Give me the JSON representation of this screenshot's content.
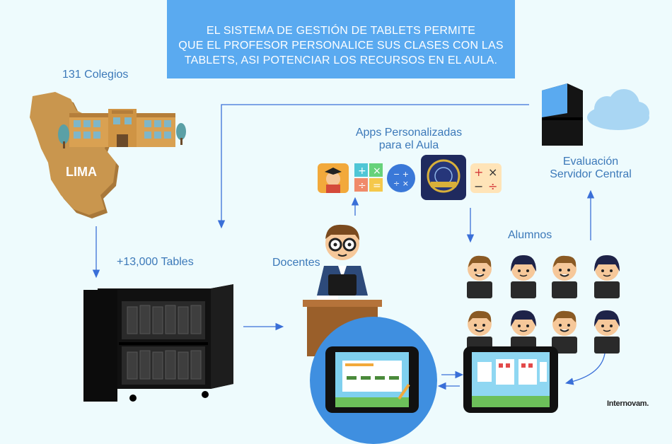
{
  "banner": {
    "line1": "EL SISTEMA DE GESTIÓN DE TABLETS PERMITE",
    "line2": "QUE EL PROFESOR PERSONALICE SUS CLASES CON LAS",
    "line3": "TABLETS, ASI POTENCIAR LOS RECURSOS EN EL AULA."
  },
  "labels": {
    "colegios": "131 Colegios",
    "lima": "LIMA",
    "tables": "+13,000 Tables",
    "docentes": "Docentes",
    "apps_line1": "Apps Personalizadas",
    "apps_line2": "para el Aula",
    "evaluacion_line1": "Evaluación",
    "evaluacion_line2": "Servidor Central",
    "alumnos": "Alumnos"
  },
  "brand": "Internovam.",
  "colors": {
    "accent": "#5aaaf0",
    "text": "#3c79b9",
    "arrow": "#3a6fd8",
    "map": "#c9964e",
    "background": "#eefbfd"
  },
  "icons": [
    "graduate-app-icon",
    "math-colors-app-icon",
    "operators-app-icon",
    "science-app-icon",
    "calculator-app-icon"
  ]
}
